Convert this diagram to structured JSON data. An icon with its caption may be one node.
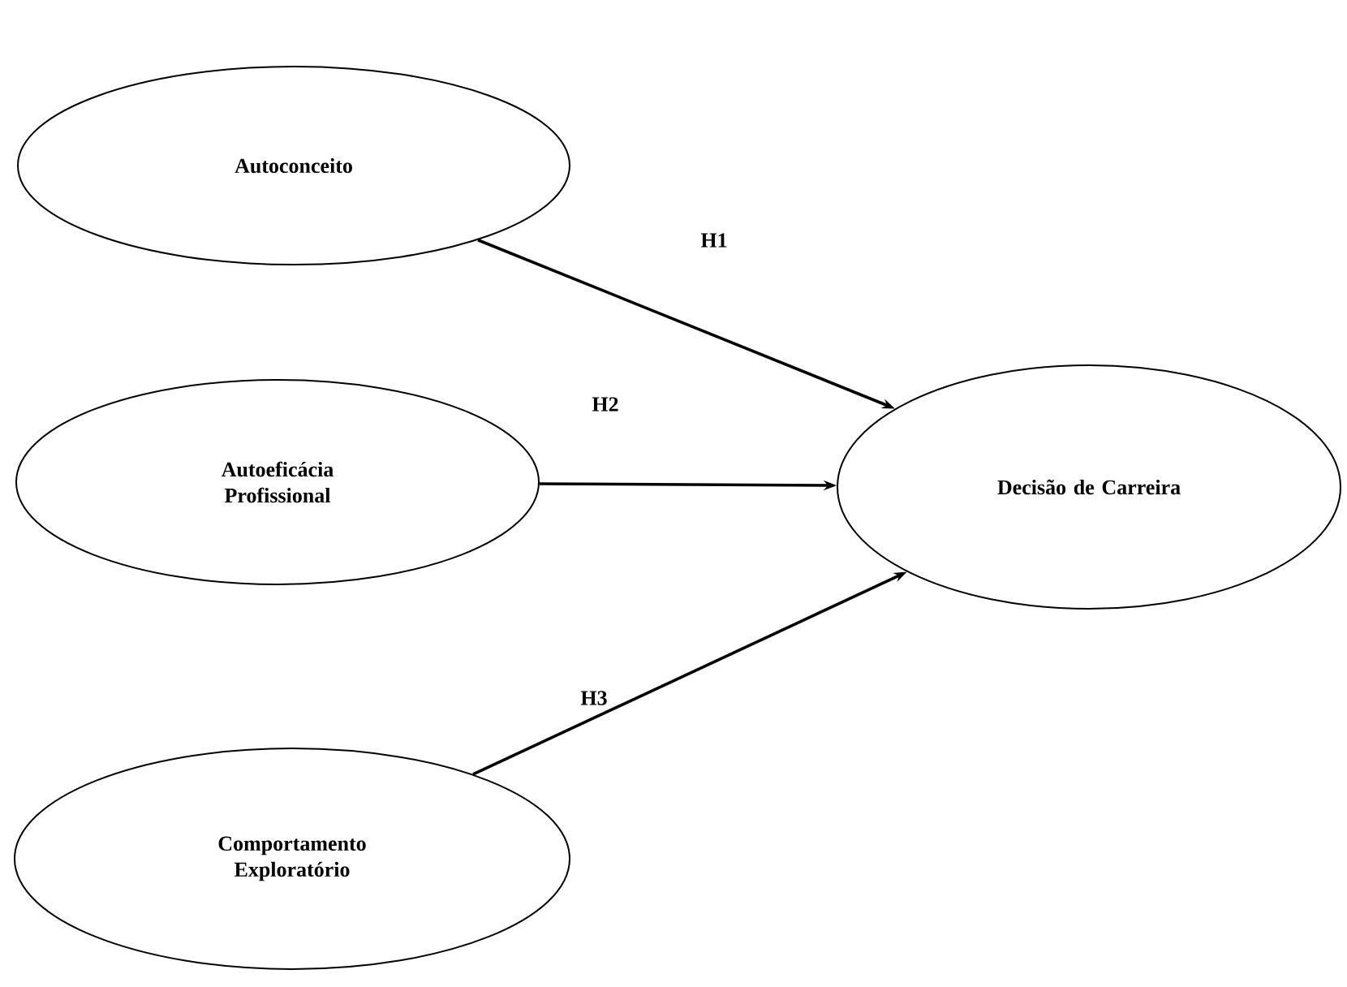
{
  "diagram": {
    "nodes": [
      {
        "text": [
          "Autoconceito"
        ]
      },
      {
        "text": [
          "Autoeficácia Profissional"
        ]
      },
      {
        "text": [
          "Comportamento Exploratório"
        ]
      },
      {
        "text": [
          "Decisão de Carreira"
        ]
      }
    ],
    "edges": [
      {
        "from": 0,
        "to": 3,
        "arrow": "to",
        "label": "H1"
      },
      {
        "from": 1,
        "to": 3,
        "arrow": "to",
        "label": "H2"
      },
      {
        "from": 2,
        "to": 3,
        "arrow": "to",
        "label": "H3"
      }
    ]
  }
}
